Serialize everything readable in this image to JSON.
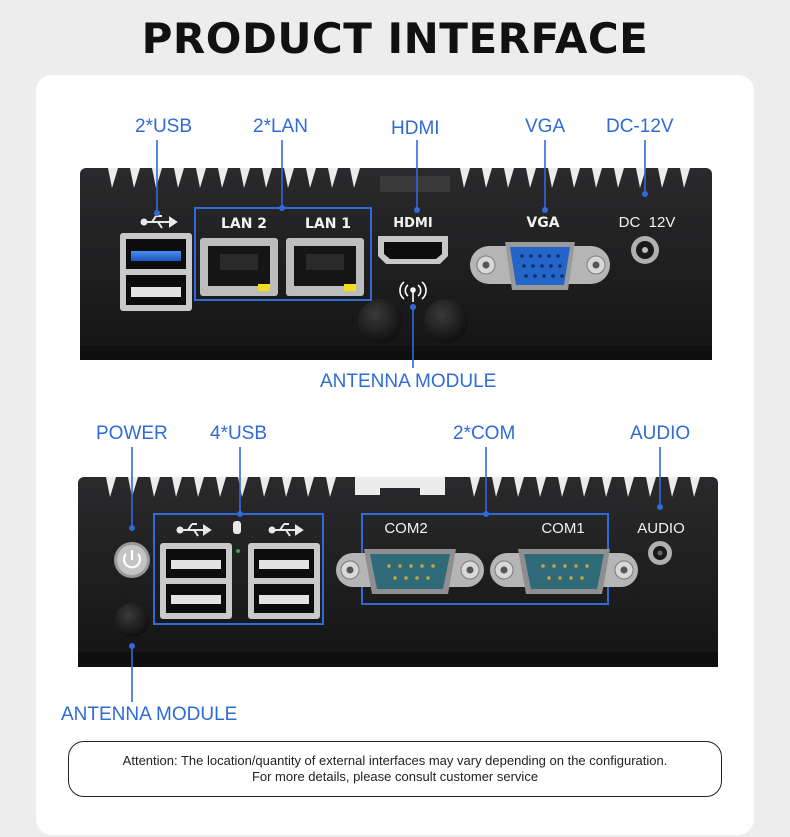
{
  "title": "PRODUCT INTERFACE",
  "top_panel": {
    "callouts": {
      "usb": "2*USB",
      "lan": "2*LAN",
      "hdmi": "HDMI",
      "vga": "VGA",
      "dc": "DC-12V",
      "antenna": "ANTENNA MODULE"
    },
    "printed": {
      "lan2": "LAN 2",
      "lan1": "LAN 1",
      "hdmi": "HDMI",
      "vga": "VGA",
      "dc": "DC  12V"
    }
  },
  "bottom_panel": {
    "callouts": {
      "power": "POWER",
      "usb": "4*USB",
      "com": "2*COM",
      "audio": "AUDIO",
      "antenna": "ANTENNA MODULE"
    },
    "printed": {
      "com2": "COM2",
      "com1": "COM1",
      "audio": "AUDIO"
    }
  },
  "note": {
    "line1": "Attention: The location/quantity of external interfaces may vary depending on the configuration.",
    "line2": "For more details, please consult customer service"
  },
  "colors": {
    "accent": "#2f6bd8",
    "device": "#1c1c1e",
    "usb3_blue": "#1f64d6",
    "com_teal": "#2e6a78",
    "vga_blue": "#2465c9"
  }
}
